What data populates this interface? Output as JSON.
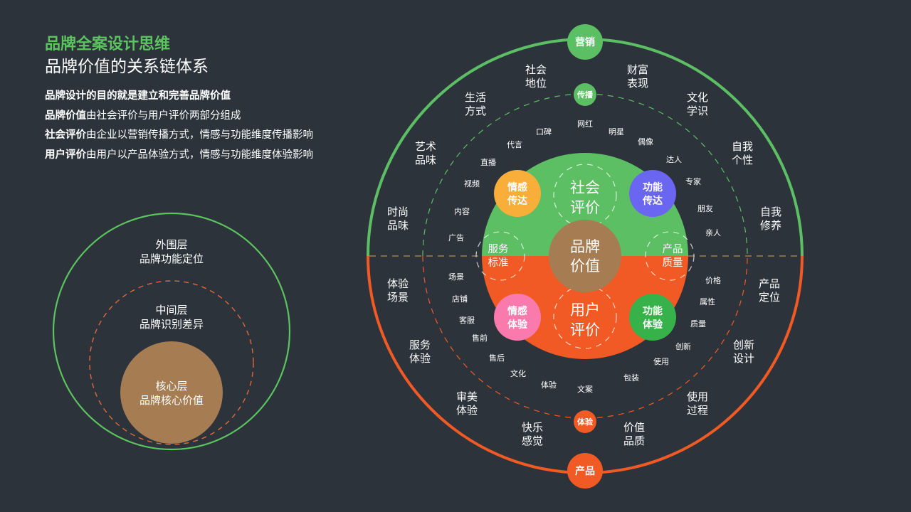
{
  "header": {
    "title": "品牌全案设计思维",
    "subtitle": "品牌价值的关系链体系"
  },
  "description": [
    {
      "bold": "品牌设计的目的就是建立和完善品牌价值",
      "rest": ""
    },
    {
      "bold": "品牌价值",
      "rest": "由社会评价与用户评价两部分组成"
    },
    {
      "bold": "社会评价",
      "rest": "由企业以营销传播方式，情感与功能维度传播影响"
    },
    {
      "bold": "用户评价",
      "rest": "由用户以产品体验方式，情感与功能维度体验影响"
    }
  ],
  "layers": {
    "outer": {
      "line1": "外围层",
      "line2": "品牌功能定位"
    },
    "middle": {
      "line1": "中间层",
      "line2": "品牌识别差异"
    },
    "core": {
      "line1": "核心层",
      "line2": "品牌核心价值"
    }
  },
  "wheel": {
    "colors": {
      "background": "#2c333b",
      "green": "#5cbf63",
      "orange": "#f15a24",
      "brown": "#a67c52",
      "amber": "#f9ae3a",
      "blue": "#6a66f2",
      "pink": "#fb7aae",
      "dark_green": "#37b24a",
      "divider": "#b88a58"
    },
    "core": {
      "line1": "品牌",
      "line2": "价值"
    },
    "social_eval": {
      "line1": "社会",
      "line2": "评价"
    },
    "user_eval": {
      "line1": "用户",
      "line2": "评价"
    },
    "service_std": {
      "line1": "服务",
      "line2": "标准"
    },
    "product_quality": {
      "line1": "产品",
      "line2": "质量"
    },
    "emotion_convey": {
      "line1": "情感",
      "line2": "传达"
    },
    "function_convey": {
      "line1": "功能",
      "line2": "传达"
    },
    "emotion_experience": {
      "line1": "情感",
      "line2": "体验"
    },
    "function_experience": {
      "line1": "功能",
      "line2": "体验"
    },
    "top_outer_node": "营销",
    "top_inner_node": "传播",
    "bottom_inner_node": "体验",
    "bottom_outer_node": "产品",
    "inner_labels": [
      "网红",
      "明星",
      "偶像",
      "达人",
      "专家",
      "朋友",
      "亲人",
      "口碑",
      "代言",
      "直播",
      "视频",
      "内容",
      "广告",
      "场景",
      "店铺",
      "客服",
      "售前",
      "售后",
      "文化",
      "体验",
      "文案",
      "包装",
      "使用",
      "创新",
      "质量",
      "属性",
      "价格"
    ],
    "outer_labels": [
      {
        "line1": "社会",
        "line2": "地位"
      },
      {
        "line1": "财富",
        "line2": "表现"
      },
      {
        "line1": "生活",
        "line2": "方式"
      },
      {
        "line1": "文化",
        "line2": "学识"
      },
      {
        "line1": "艺术",
        "line2": "品味"
      },
      {
        "line1": "自我",
        "line2": "个性"
      },
      {
        "line1": "时尚",
        "line2": "品味"
      },
      {
        "line1": "自我",
        "line2": "修养"
      },
      {
        "line1": "体验",
        "line2": "场景"
      },
      {
        "line1": "产品",
        "line2": "定位"
      },
      {
        "line1": "服务",
        "line2": "体验"
      },
      {
        "line1": "创新",
        "line2": "设计"
      },
      {
        "line1": "审美",
        "line2": "体验"
      },
      {
        "line1": "使用",
        "line2": "过程"
      },
      {
        "line1": "快乐",
        "line2": "感觉"
      },
      {
        "line1": "价值",
        "line2": "品质"
      }
    ]
  }
}
